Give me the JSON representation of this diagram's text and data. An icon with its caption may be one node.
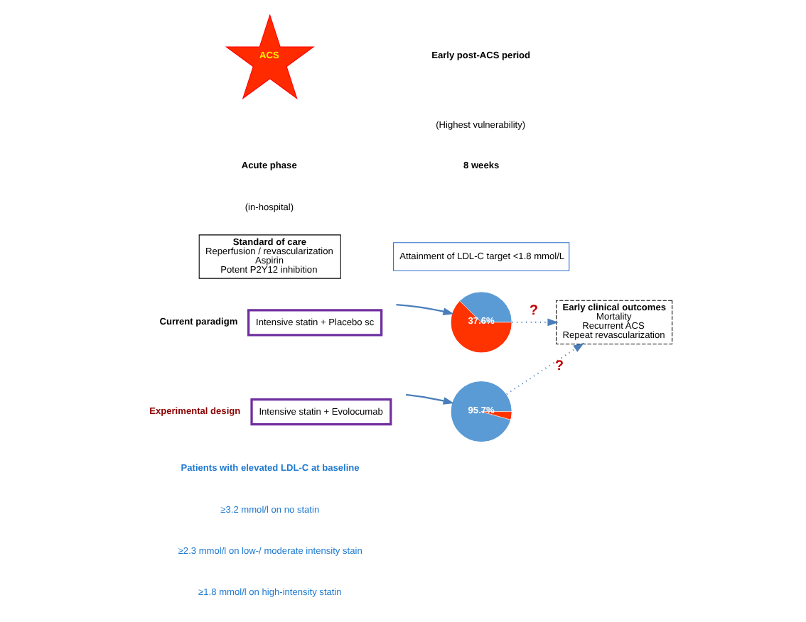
{
  "diagram": {
    "nodes": [
      {
        "text": [
          "ACS"
        ]
      },
      {
        "text": [
          "Standard of care",
          "Reperfusion / revascularization",
          "Aspirin",
          "Potent P2Y12 inhibition"
        ]
      },
      {
        "text": [
          "Attainment of LDL-C target <1.8 mmol/L"
        ]
      },
      {
        "text": [
          "Intensive statin + Placebo sc"
        ],
        "beside": [
          "Current paradigm"
        ]
      },
      {
        "text": [
          "37.6%"
        ]
      },
      {
        "text": [
          "Early clinical outcomes",
          "Mortality",
          "Recurrent ACS",
          "Repeat revascularization"
        ]
      },
      {
        "text": [
          "Intensive statin + Evolocumab"
        ],
        "beside": [
          "Experimental design"
        ]
      },
      {
        "text": [
          "95.7%"
        ]
      }
    ],
    "edges": [
      {
        "from": 3,
        "to": 4,
        "arrow": "to"
      },
      {
        "from": 4,
        "to": 5,
        "arrow": "to",
        "style": "dashed",
        "label": "?"
      },
      {
        "from": 6,
        "to": 7,
        "arrow": "to"
      },
      {
        "from": 7,
        "to": 5,
        "arrow": "to",
        "style": "dashed",
        "label": "?"
      }
    ],
    "labels": [
      "Early post-ACS period",
      "(Highest vulnerability)",
      "Acute phase",
      "(in-hospital)",
      "8 weeks",
      "Patients with elevated LDL-C at baseline",
      "≥3.2 mmol/l on no statin",
      "≥2.3 mmol/l on low-/ moderate intensity stain",
      "≥1.8 mmol/l on high-intensity statin"
    ]
  }
}
